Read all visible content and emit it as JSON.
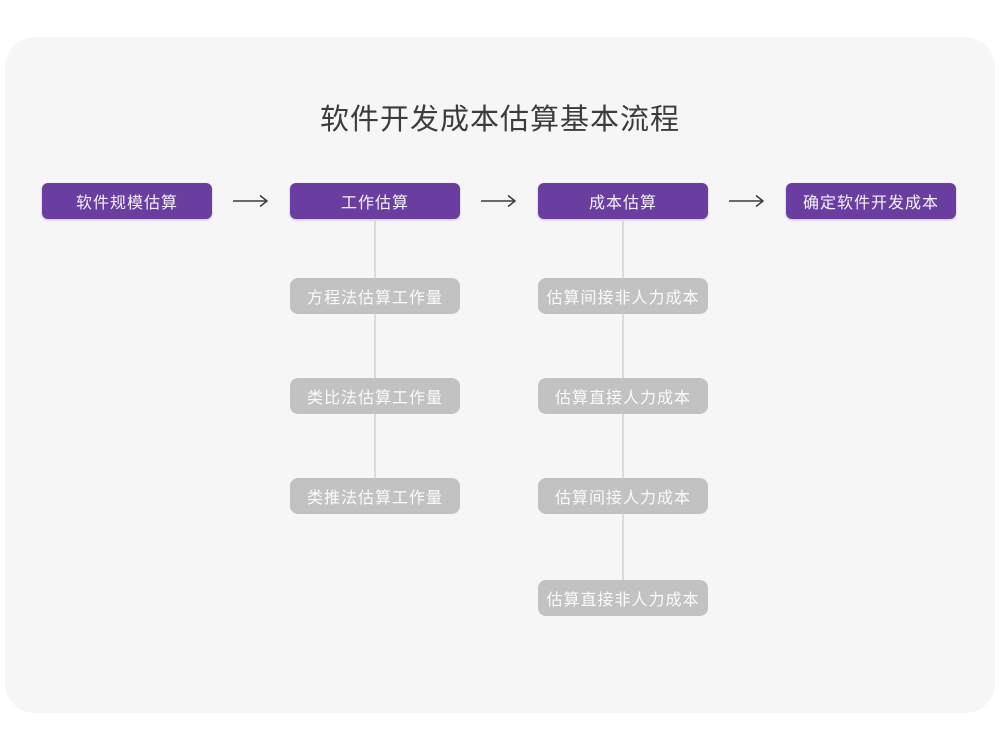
{
  "title": "软件开发成本估算基本流程",
  "colors": {
    "accent_purple": "#693ea0",
    "branch_gray": "#c2c2c2",
    "card_background": "#f6f6f6",
    "title_text": "#3c3c3c",
    "connector_line": "#dbdbdb",
    "node_text": "#fafafa"
  },
  "flow": {
    "stages": [
      {
        "label": "软件规模估算"
      },
      {
        "label": "工作估算"
      },
      {
        "label": "成本估算"
      },
      {
        "label": "确定软件开发成本"
      }
    ]
  },
  "branches": [
    {
      "parent": "工作估算",
      "children": [
        "方程法估算工作量",
        "类比法估算工作量",
        "类推法估算工作量"
      ]
    },
    {
      "parent": "成本估算",
      "children": [
        "估算间接非人力成本",
        "估算直接人力成本",
        "估算间接人力成本",
        "估算直接非人力成本"
      ]
    }
  ]
}
